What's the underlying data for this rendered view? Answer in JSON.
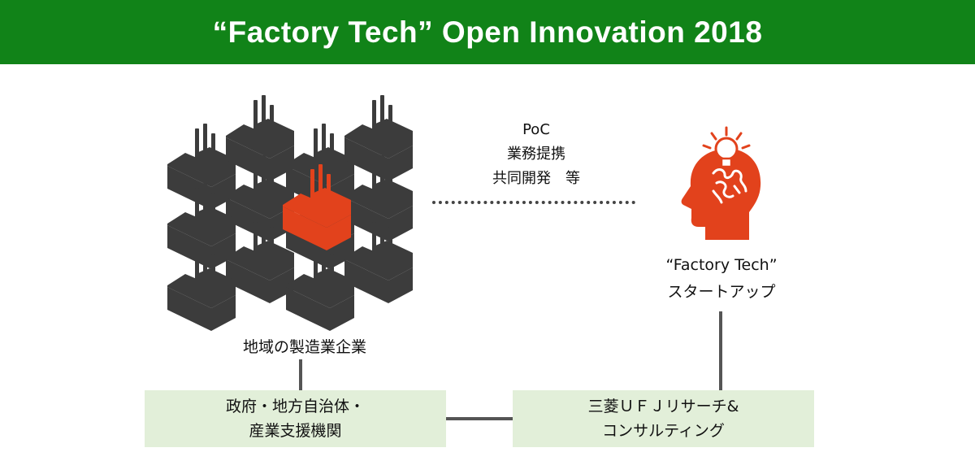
{
  "header": {
    "title": "“Factory Tech” Open Innovation 2018"
  },
  "colors": {
    "banner": "#118318",
    "factory_dark": "#3c3c3c",
    "factory_accent": "#e2421c",
    "box_fill": "#e2efd9",
    "connector": "#555555"
  },
  "icons": {
    "factory": "factory-icon",
    "startup": "head-with-lightbulb-icon"
  },
  "collaboration": {
    "line1": "PoC",
    "line2": "業務提携",
    "line3": "共同開発　等"
  },
  "startup": {
    "line1": "“Factory Tech”",
    "line2": "スタートアップ"
  },
  "local_companies": {
    "label": "地域の製造業企業"
  },
  "government_box": {
    "line1": "政府・地方自治体・",
    "line2": "産業支援機関"
  },
  "consulting_box": {
    "line1": "三菱ＵＦＪリサーチ&",
    "line2": "コンサルティング"
  }
}
